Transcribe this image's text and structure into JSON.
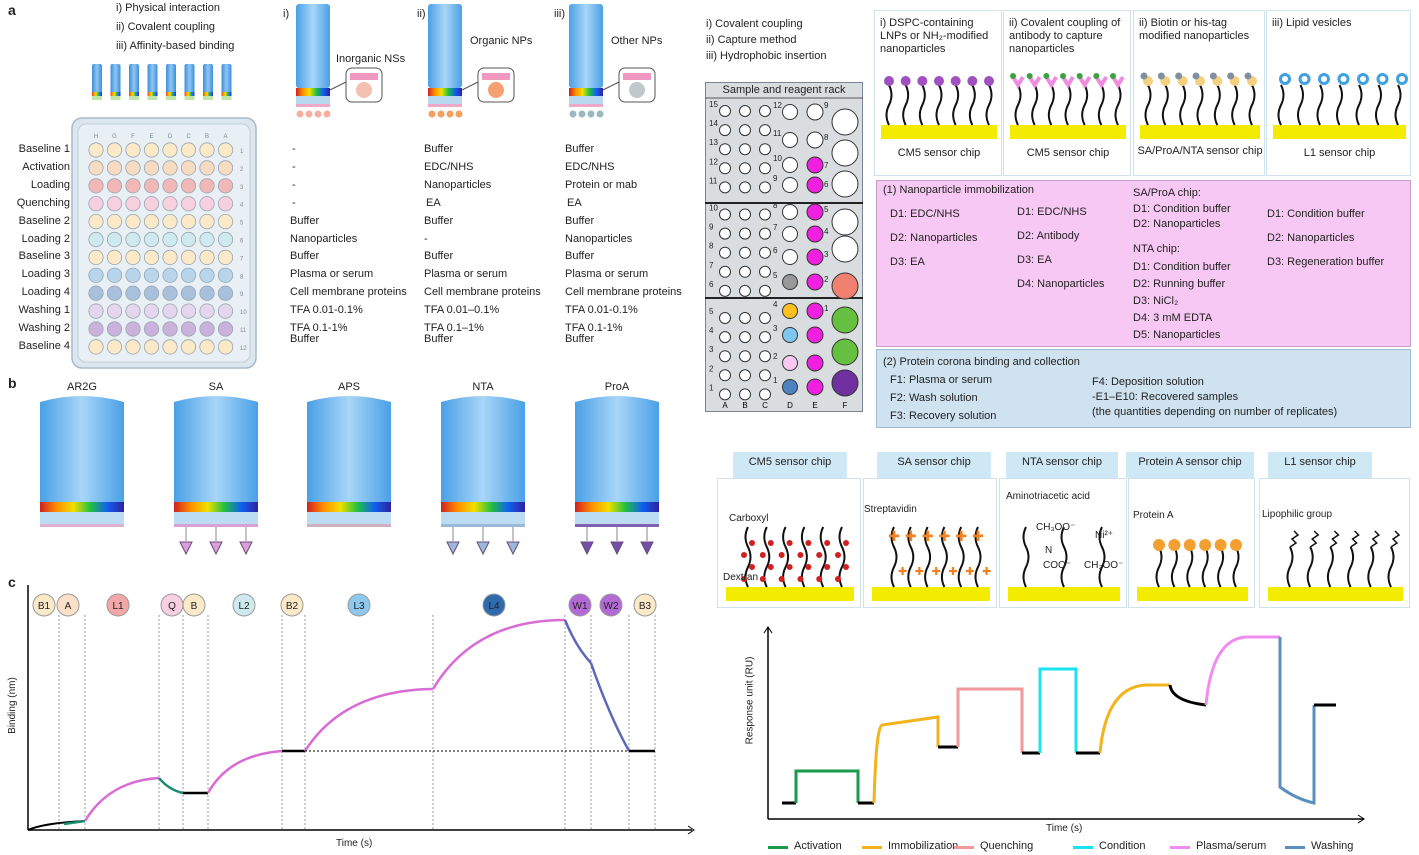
{
  "panel_a": {
    "letter": "a",
    "methods": [
      "i) Physical interaction",
      "ii) Covalent coupling",
      "iii) Affinity-based binding"
    ],
    "row_labels": [
      "Baseline 1",
      "Activation",
      "Loading",
      "Quenching",
      "Baseline 2",
      "Loading 2",
      "Baseline 3",
      "Loading 3",
      "Loading 4",
      "Washing 1",
      "Washing 2",
      "Baseline 4"
    ],
    "plate_col_letters": [
      "H",
      "G",
      "F",
      "E",
      "D",
      "C",
      "B",
      "A"
    ],
    "plate_row_numbers": [
      "1",
      "2",
      "3",
      "4",
      "5",
      "6",
      "7",
      "8",
      "9",
      "10",
      "11",
      "12"
    ],
    "sensor_labels": [
      "i)",
      "ii)",
      "iii)"
    ],
    "sensor_callouts": [
      "Inorganic NSs",
      "Organic NPs",
      "Other NPs"
    ],
    "col_i": [
      "-",
      "-",
      "-",
      "-",
      "Buffer",
      "Nanoparticles",
      "Buffer",
      "Plasma or serum",
      "Cell membrane proteins",
      "TFA 0.01-0.1%",
      "TFA 0.1-1%",
      "Buffer"
    ],
    "col_ii": [
      "Buffer",
      "EDC/NHS",
      "Nanoparticles",
      "EA",
      "Buffer",
      "-",
      "Buffer",
      "Plasma or serum",
      "Cell membrane proteins",
      "TFA 0.01–0.1%",
      "TFA 0.1–1%",
      "Buffer"
    ],
    "col_iii": [
      "Buffer",
      "EDC/NHS",
      "Protein or mab",
      "EA",
      "Buffer",
      "Nanoparticles",
      "Buffer",
      "Plasma or serum",
      "Cell membrane proteins",
      "TFA 0.01-0.1%",
      "TFA 0.1-1%",
      "Buffer"
    ],
    "colors": {
      "baseline": "#fbe9c7",
      "activation": "#f8dcc1",
      "loading": "#f2b8b8",
      "quenching": "#f7d0e0",
      "loading2": "#cfeaee",
      "loading3": "#b9d5ec",
      "loading4": "#a9c0dc",
      "washing1": "#e4d6ec",
      "washing2": "#cbb2dc"
    }
  },
  "panel_a_right": {
    "methods": [
      "i) Covalent coupling",
      "ii) Capture method",
      "iii) Hydrophobic insertion"
    ],
    "rack_title": "Sample and reagent rack",
    "rack_col_labels": [
      "A",
      "B",
      "C",
      "D",
      "E",
      "F"
    ],
    "rack_left_numbers": [
      "15",
      "14",
      "13",
      "12",
      "11",
      "10",
      "9",
      "8",
      "7",
      "6",
      "5",
      "4",
      "3",
      "2",
      "1"
    ],
    "rack_d_numbers": [
      "12",
      "11",
      "10",
      "9",
      "8",
      "7",
      "6",
      "5",
      "4",
      "3",
      "2",
      "1"
    ],
    "rack_e_numbers": [
      "9",
      "8",
      "7",
      "6",
      "5",
      "4",
      "3",
      "2",
      "1"
    ],
    "chip_panels": [
      {
        "title": "i) DSPC-containing LNPs or NH₂-modified nanoparticles",
        "chip": "CM5 sensor chip"
      },
      {
        "title": "ii) Covalent coupling of antibody to capture nanoparticles",
        "chip": "CM5 sensor chip"
      },
      {
        "title": "ii) Biotin or his-tag modified nanoparticles",
        "chip": "SA/ProA/NTA sensor chip"
      },
      {
        "title": "iii) Lipid vesicles",
        "chip": "L1 sensor chip"
      }
    ],
    "immob_title": "(1) Nanoparticle immobilization",
    "immob_col1": [
      "D1: EDC/NHS",
      "D2: Nanoparticles",
      "D3: EA"
    ],
    "immob_col2": [
      "D1: EDC/NHS",
      "D2: Antibody",
      "D3: EA",
      "D4: Nanoparticles"
    ],
    "sa_title": "SA/ProA chip:",
    "sa_items": [
      "D1: Condition buffer",
      "D2: Nanoparticles"
    ],
    "nta_title": "NTA chip:",
    "nta_items": [
      "D1: Condition buffer",
      "D2: Running buffer",
      "D3: NiCl₂",
      "D4: 3 mM EDTA",
      "D5: Nanoparticles"
    ],
    "immob_col4": [
      "D1: Condition buffer",
      "D2: Nanoparticles",
      "D3: Regeneration buffer"
    ],
    "corona_title": "(2) Protein corona binding and collection",
    "corona_left": [
      "F1: Plasma or serum",
      "F2: Wash solution",
      "F3: Recovery solution"
    ],
    "corona_right": [
      "F4: Deposition solution",
      "-E1–E10: Recovered samples",
      "(the quantities depending on number of replicates)"
    ]
  },
  "panel_b": {
    "letter": "b",
    "sensors": [
      "AR2G",
      "SA",
      "APS",
      "NTA",
      "ProA"
    ]
  },
  "panel_c": {
    "letter": "c",
    "ylabel": "Binding (nm)",
    "xlabel": "Time (s)",
    "steps": [
      "B1",
      "A",
      "L1",
      "Q",
      "B",
      "L2",
      "B2",
      "L3",
      "L4",
      "W1",
      "W2",
      "B3"
    ]
  },
  "panel_d": {
    "chip_tabs": [
      "CM5 sensor chip",
      "SA sensor chip",
      "NTA sensor chip",
      "Protein A sensor chip",
      "L1 sensor chip"
    ],
    "annotations": {
      "carboxyl": "Carboxyl",
      "dextran": "Dextran",
      "streptavidin": "Streptavidin",
      "nta": "Aminotriacetic acid",
      "ch3oo1": "CH₃OO⁻",
      "ni": "Ni²⁺",
      "n": "N",
      "coo": "COO⁻",
      "ch3oo2": "CH₃OO⁻",
      "proteinA": "Protein A",
      "lipophilic": "Lipophilic group"
    },
    "ylabel": "Response unit (RU)",
    "xlabel": "Time (s)",
    "legend": [
      {
        "label": "Activation",
        "color": "#1a9a4a"
      },
      {
        "label": "Immobilization",
        "color": "#f2b31c"
      },
      {
        "label": "Quenching",
        "color": "#f29a9a"
      },
      {
        "label": "Condition",
        "color": "#19e3f0"
      },
      {
        "label": "Plasma/serum",
        "color": "#f08cf0"
      },
      {
        "label": "Washing",
        "color": "#5b8fc0"
      }
    ]
  }
}
